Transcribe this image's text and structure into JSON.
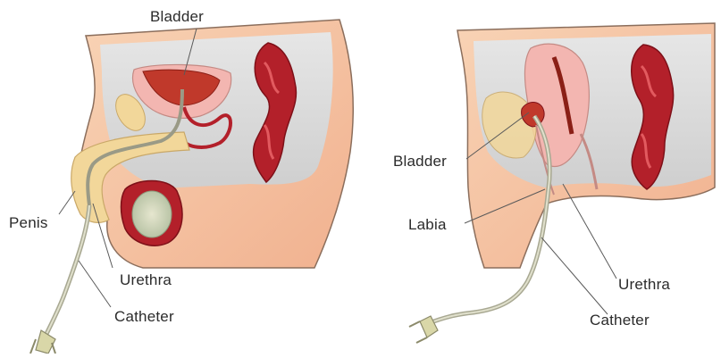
{
  "male": {
    "labels": {
      "bladder": "Bladder",
      "penis": "Penis",
      "urethra": "Urethra",
      "catheter": "Catheter"
    }
  },
  "female": {
    "labels": {
      "bladder": "Bladder",
      "labia": "Labia",
      "urethra": "Urethra",
      "catheter": "Catheter"
    }
  },
  "colors": {
    "skin": "#f6c9a8",
    "skin_shadow": "#e9a884",
    "cavity": "#d9d9d9",
    "intestine": "#b3202a",
    "bladder": "#c0392b",
    "bladder_wall": "#f3b6b1",
    "prostate": "#f2d79a",
    "catheter": "#9a9a86"
  }
}
